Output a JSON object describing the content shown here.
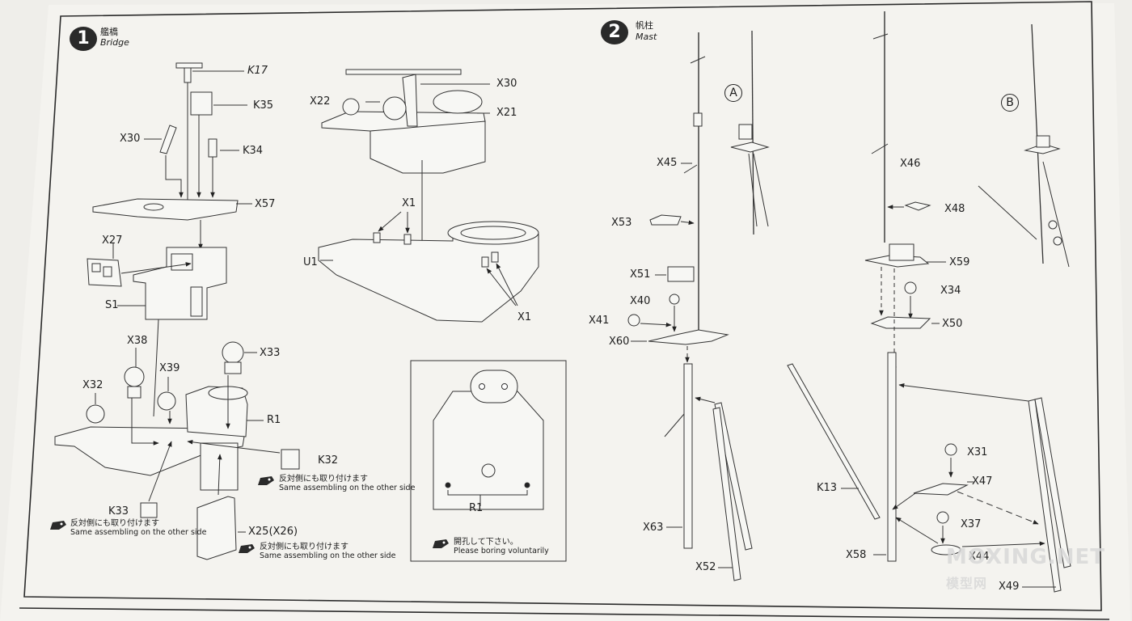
{
  "step1": {
    "number": "1",
    "title_jp": "艦橋",
    "title_en": "Bridge"
  },
  "step2": {
    "number": "2",
    "title_jp": "帆柱",
    "title_en": "Mast"
  },
  "bridge_labels": {
    "K17": "K17",
    "K35": "K35",
    "X30a": "X30",
    "K34": "K34",
    "X57": "X57",
    "X27": "X27",
    "S1": "S1",
    "X38": "X38",
    "X39": "X39",
    "X33": "X33",
    "X32": "X32",
    "R1": "R1",
    "K32": "K32",
    "K33": "K33",
    "X25": "X25(X26)",
    "X22": "X22",
    "X30b": "X30",
    "X21": "X21",
    "X1a": "X1",
    "U1": "U1",
    "X1b": "X1"
  },
  "inset": {
    "R1": "R1"
  },
  "notes": {
    "same_side_jp": "反対側にも取り付けます",
    "same_side_en": "Same assembling on the other side",
    "boring_jp": "開孔して下さい。",
    "boring_en": "Please boring voluntarily"
  },
  "mast_labels": {
    "A": "A",
    "B": "B",
    "X45": "X45",
    "X53": "X53",
    "X51": "X51",
    "X40": "X40",
    "X41": "X41",
    "X60": "X60",
    "X63": "X63",
    "X52": "X52",
    "X46": "X46",
    "X48": "X48",
    "X59": "X59",
    "X34": "X34",
    "X50": "X50",
    "X31": "X31",
    "X47": "X47",
    "K13": "K13",
    "X37": "X37",
    "X58": "X58",
    "X44": "X44",
    "X49": "X49"
  },
  "watermark": {
    "line1": "MOXING.NET",
    "line2": "模型网"
  }
}
